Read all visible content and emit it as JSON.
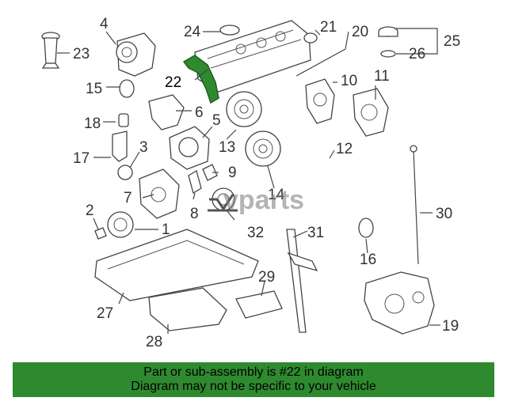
{
  "diagram": {
    "highlight_color": "#2f8a2f",
    "highlighted_part": "22",
    "callouts": {
      "p1": "1",
      "p2": "2",
      "p3": "3",
      "p4": "4",
      "p5": "5",
      "p6": "6",
      "p7": "7",
      "p8": "8",
      "p9": "9",
      "p10": "10",
      "p11": "11",
      "p12": "12",
      "p13": "13",
      "p14": "14",
      "p15": "15",
      "p16": "16",
      "p17": "17",
      "p18": "18",
      "p19": "19",
      "p20": "20",
      "p21": "21",
      "p22": "22",
      "p23": "23",
      "p24": "24",
      "p25": "25",
      "p26": "26",
      "p27": "27",
      "p28": "28",
      "p29": "29",
      "p30": "30",
      "p31": "31",
      "p32": "32"
    }
  },
  "watermark": {
    "logo_text": "vparts"
  },
  "banner": {
    "line1": "Part or sub-assembly is #22 in diagram",
    "line2": "Diagram may not be specific to your vehicle",
    "background": "#2f8a2f"
  }
}
